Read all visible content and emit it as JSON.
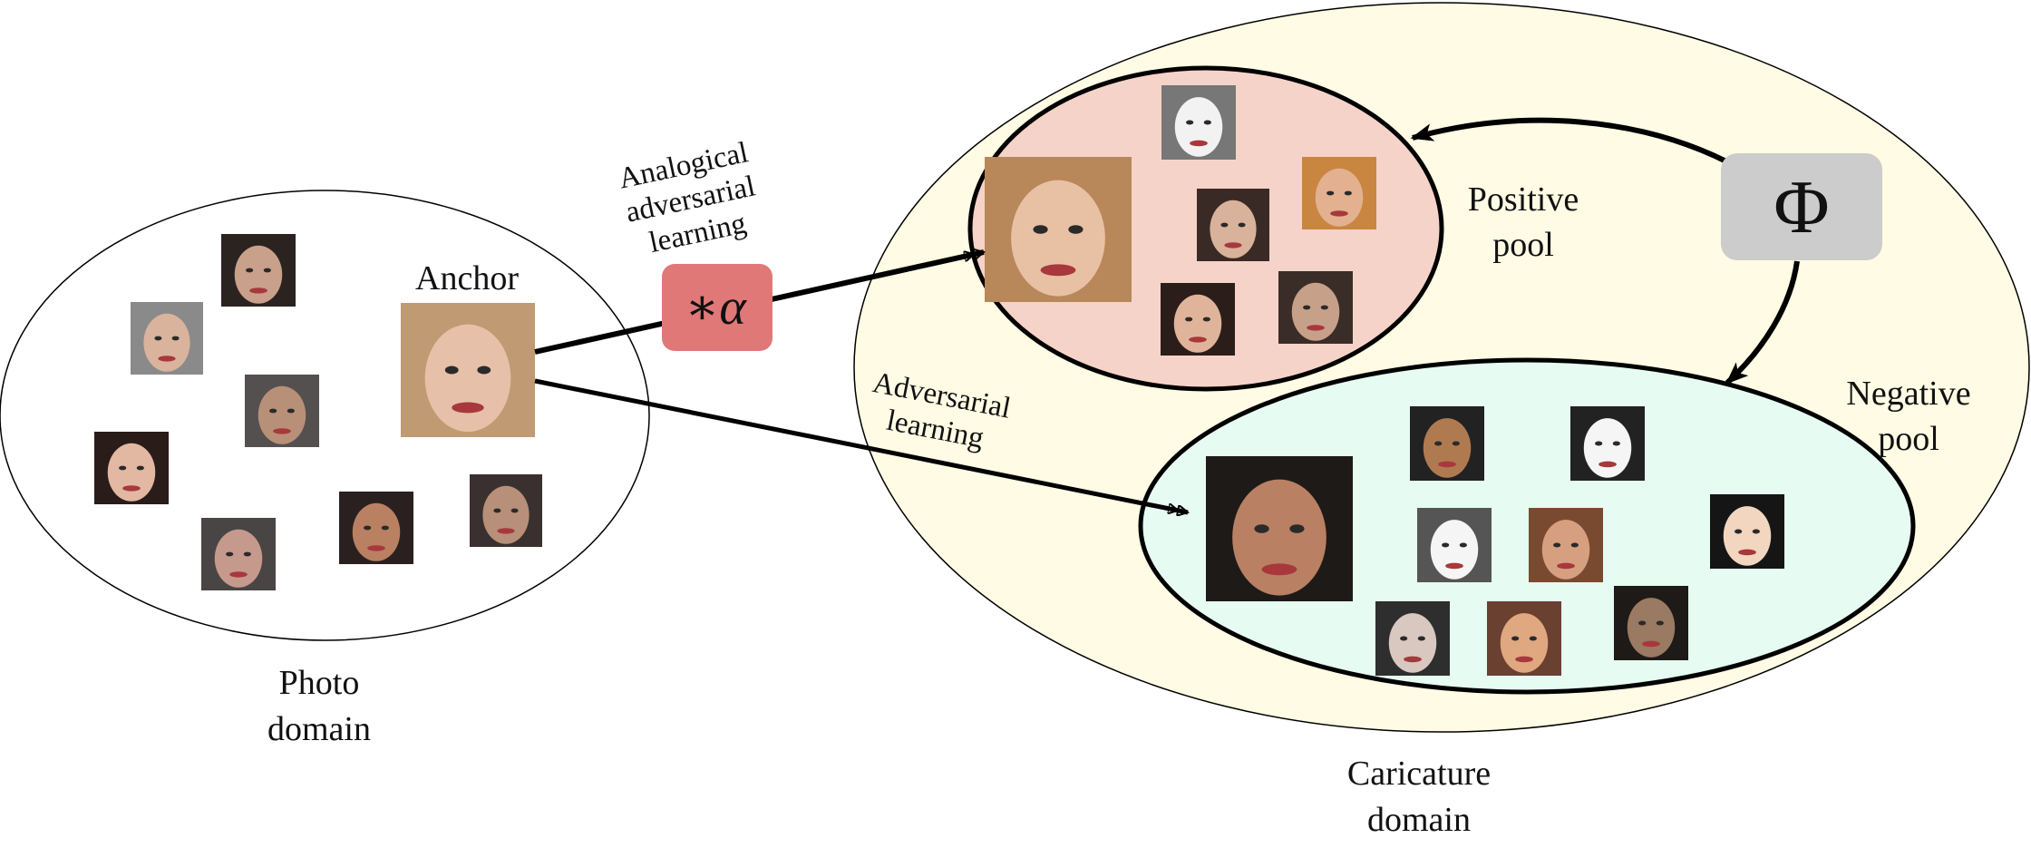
{
  "labels": {
    "anchor": "Anchor",
    "analogical_line1": "Analogical",
    "analogical_line2": "adversarial",
    "analogical_line3": "learning",
    "alpha_op": "∗α",
    "adversarial_line1": "Adversarial",
    "adversarial_line2": "learning",
    "positive_line1": "Positive",
    "positive_line2": "pool",
    "negative_line1": "Negative",
    "negative_line2": "pool",
    "phi": "Φ",
    "photo_line1": "Photo",
    "photo_line2": "domain",
    "caricature_line1": "Caricature",
    "caricature_line2": "domain"
  },
  "colors": {
    "caricature_domain_fill": "#fffbe4",
    "positive_pool_fill": "#f6d3c8",
    "negative_pool_fill": "#e6fbf2",
    "alpha_box": "#e07878",
    "phi_box": "#cccccc",
    "stroke": "#000000"
  },
  "photo_faces": [
    {
      "name": "photo-face-man-1",
      "skin": "#c9a08a",
      "hair": "#2b2320"
    },
    {
      "name": "photo-face-man-glasses",
      "skin": "#d9b39c",
      "hair": "#8a8a8a"
    },
    {
      "name": "photo-face-man-2",
      "skin": "#b89077",
      "hair": "#555050"
    },
    {
      "name": "photo-face-woman",
      "skin": "#e2b8a2",
      "hair": "#2a1c18"
    },
    {
      "name": "photo-face-man-3",
      "skin": "#c59a8c",
      "hair": "#4a4545"
    },
    {
      "name": "photo-face-man-4",
      "skin": "#b98062",
      "hair": "#2a2020"
    },
    {
      "name": "photo-face-man-5",
      "skin": "#b88f78",
      "hair": "#3a3030"
    }
  ],
  "positive_faces": [
    {
      "name": "caricature-face-large",
      "skin": "#e8c1a5",
      "hair": "#b8885a"
    },
    {
      "name": "caricature-face-sketch",
      "skin": "#f2f2f2",
      "hair": "#777777"
    },
    {
      "name": "caricature-face-2",
      "skin": "#d8b29a",
      "hair": "#3a2a26"
    },
    {
      "name": "caricature-face-3",
      "skin": "#e3b090",
      "hair": "#c88640"
    },
    {
      "name": "caricature-face-4",
      "skin": "#e0b49a",
      "hair": "#2b1e1a"
    },
    {
      "name": "caricature-face-5",
      "skin": "#c7a08a",
      "hair": "#3a2c26"
    }
  ],
  "negative_faces": [
    {
      "name": "caricature-face-large",
      "skin": "#b98063",
      "hair": "#1e1a18"
    },
    {
      "name": "caricature-face-6",
      "skin": "#b07a50",
      "hair": "#222222"
    },
    {
      "name": "caricature-face-sketch",
      "skin": "#f5f5f5",
      "hair": "#222222"
    },
    {
      "name": "caricature-face-sketch",
      "skin": "#f5f5f5",
      "hair": "#555555"
    },
    {
      "name": "caricature-face-7",
      "skin": "#d6a080",
      "hair": "#7a4a30"
    },
    {
      "name": "caricature-face-8",
      "skin": "#f2d6c0",
      "hair": "#151515"
    },
    {
      "name": "caricature-face-9",
      "skin": "#d8c8c0",
      "hair": "#2e2e2e"
    },
    {
      "name": "caricature-face-10",
      "skin": "#e0a880",
      "hair": "#6a4030"
    },
    {
      "name": "caricature-face-11",
      "skin": "#9a7a62",
      "hair": "#1e1a18"
    }
  ],
  "anchor_face": {
    "name": "anchor-face",
    "skin": "#e6c0a8",
    "hair": "#c09a72"
  }
}
